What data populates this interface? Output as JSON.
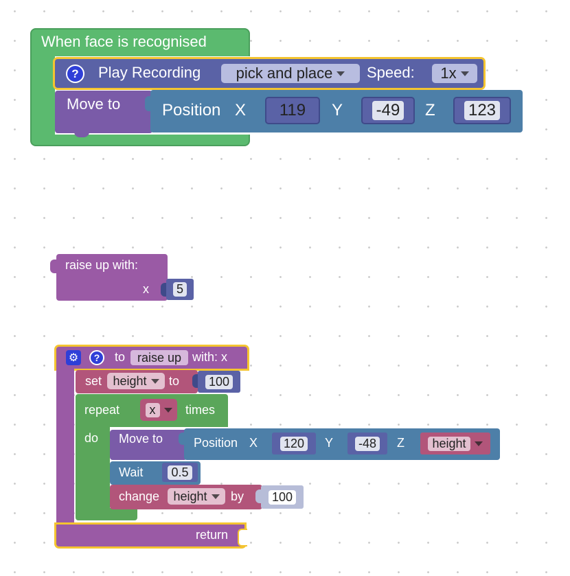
{
  "colors": {
    "event_green": "#5bba6f",
    "motion_purple": "#7a5ba8",
    "position_blue": "#4d7fa8",
    "function_purple": "#9a5aa5",
    "loop_green": "#5aa65a",
    "variable_pink": "#b2557a",
    "highlight": "#f4c430"
  },
  "event_block": {
    "title": "When face is recognised",
    "play": {
      "help": "?",
      "label": "Play Recording",
      "recording": "pick and place",
      "speed_label": "Speed:",
      "speed": "1x"
    },
    "move": {
      "label": "Move to",
      "position_label": "Position",
      "x_label": "X",
      "x": "119",
      "y_label": "Y",
      "y": "-49",
      "z_label": "Z",
      "z": "123"
    }
  },
  "call_block": {
    "label": "raise up  with:",
    "arg_label": "x",
    "arg_value": "5"
  },
  "def_block": {
    "help": "?",
    "to_label": "to",
    "name": "raise up",
    "with_label": "with: x",
    "set": {
      "label": "set",
      "var": "height",
      "to_label": "to",
      "value": "100"
    },
    "repeat": {
      "label": "repeat",
      "var": "x",
      "times_label": "times",
      "do_label": "do"
    },
    "move": {
      "label": "Move to",
      "position_label": "Position",
      "x_label": "X",
      "x": "120",
      "y_label": "Y",
      "y": "-48",
      "z_label": "Z",
      "z": "height"
    },
    "wait": {
      "label": "Wait",
      "value": "0.5"
    },
    "change": {
      "label": "change",
      "var": "height",
      "by_label": "by",
      "value": "100"
    },
    "return_label": "return"
  }
}
